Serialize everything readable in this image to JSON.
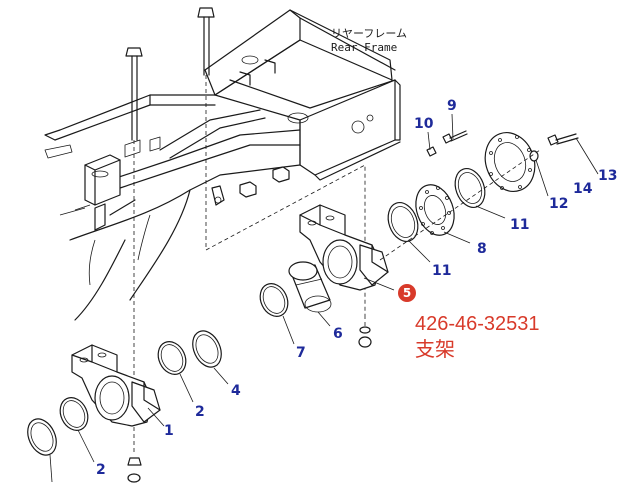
{
  "frame_label": {
    "line1": "リヤーフレーム",
    "line2": "Rear Frame"
  },
  "callouts": [
    {
      "id": "c1",
      "label": "1"
    },
    {
      "id": "c2a",
      "label": "2"
    },
    {
      "id": "c2b",
      "label": "2"
    },
    {
      "id": "c4",
      "label": "4"
    },
    {
      "id": "c6",
      "label": "6"
    },
    {
      "id": "c7",
      "label": "7"
    },
    {
      "id": "c8",
      "label": "8"
    },
    {
      "id": "c9",
      "label": "9"
    },
    {
      "id": "c10",
      "label": "10"
    },
    {
      "id": "c11a",
      "label": "11"
    },
    {
      "id": "c11b",
      "label": "11"
    },
    {
      "id": "c12",
      "label": "12"
    },
    {
      "id": "c13",
      "label": "13"
    },
    {
      "id": "c14",
      "label": "14"
    }
  ],
  "highlight": {
    "badge": "5",
    "part_number": "426-46-32531",
    "part_name": "支架",
    "color": "#d83a2a"
  },
  "callout_color": "#1e2a9a"
}
